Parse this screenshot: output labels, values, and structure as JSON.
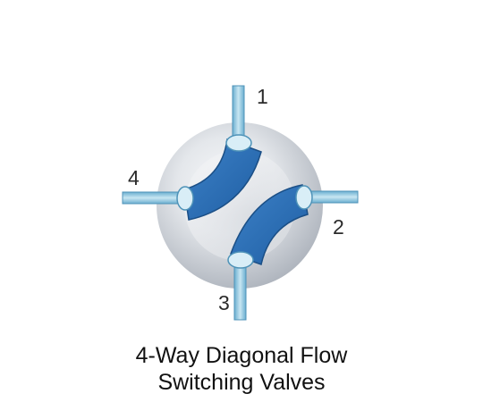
{
  "diagram": {
    "ports": [
      {
        "id": "1",
        "label": "1"
      },
      {
        "id": "2",
        "label": "2"
      },
      {
        "id": "3",
        "label": "3"
      },
      {
        "id": "4",
        "label": "4"
      }
    ],
    "caption": {
      "line1": "4-Way Diagonal Flow",
      "line2": "Switching Valves"
    },
    "colors": {
      "channel": "#2f6fb6",
      "channel_dark": "#1f4f8a",
      "tube": "#9ccbe0",
      "tube_edge": "#5b9ec0",
      "body_light": "#eef0f3",
      "body_dark": "#b9bec6"
    }
  }
}
